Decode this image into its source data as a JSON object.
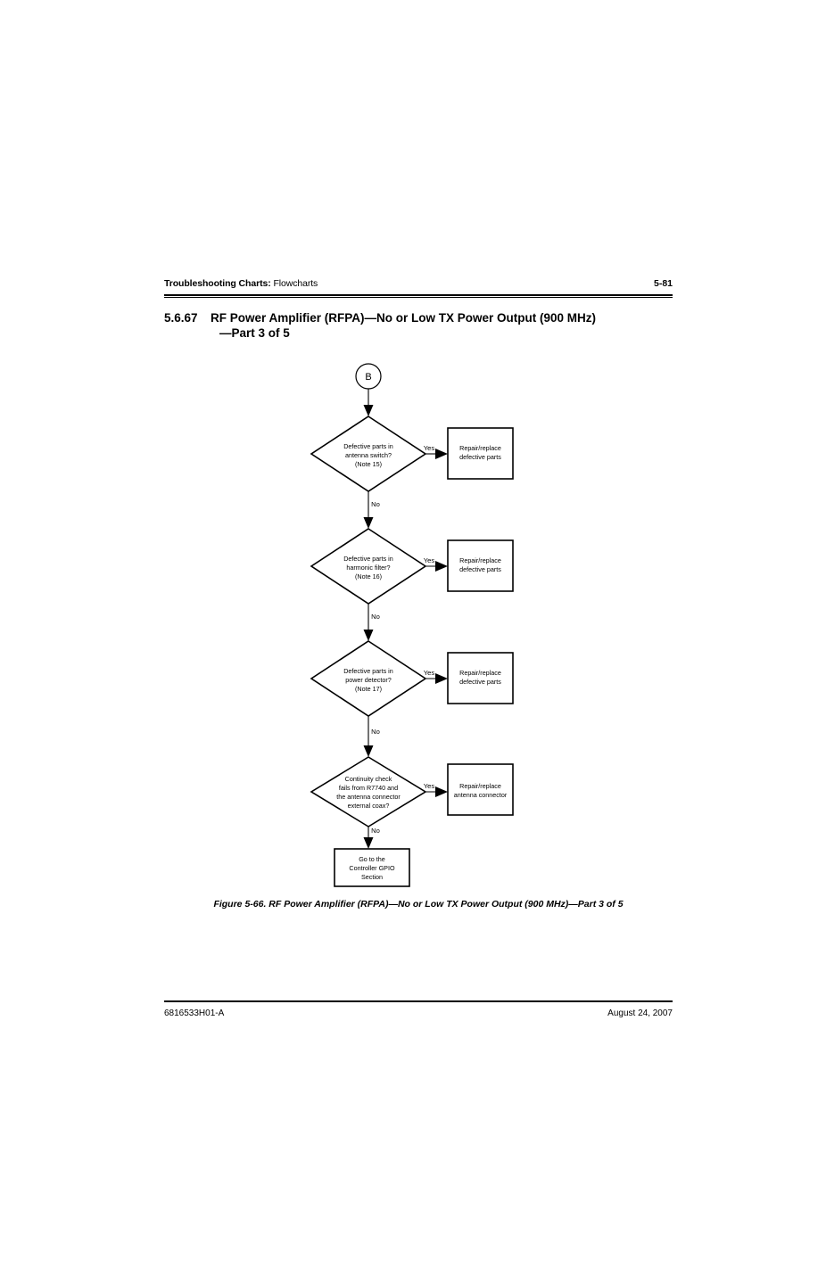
{
  "header": {
    "title_bold": "Troubleshooting Charts:",
    "title_light": " Flowcharts",
    "page_number": "5-81"
  },
  "section": {
    "number": "5.6.67",
    "title_line1": "RF Power Amplifier (RFPA)—No or Low TX Power Output (900 MHz)",
    "title_line2": "—Part 3 of 5"
  },
  "flowchart": {
    "connector": {
      "label": "B"
    },
    "steps": [
      {
        "decision": "Defective parts in\nantenna switch?\n(Note 15)",
        "decision_l1": "Defective parts in",
        "decision_l2": "antenna switch?",
        "decision_l3": "(Note 15)",
        "yes_label": "Yes",
        "no_label": "No",
        "action_l1": "Repair/replace",
        "action_l2": "defective parts"
      },
      {
        "decision": "Defective parts in\nharmonic filter?\n(Note 16)",
        "decision_l1": "Defective parts in",
        "decision_l2": "harmonic filter?",
        "decision_l3": "(Note 16)",
        "yes_label": "Yes",
        "no_label": "No",
        "action_l1": "Repair/replace",
        "action_l2": "defective parts"
      },
      {
        "decision": "Defective parts in\npower detector?\n(Note 17)",
        "decision_l1": "Defective parts in",
        "decision_l2": "power detector?",
        "decision_l3": "(Note 17)",
        "yes_label": "Yes",
        "no_label": "No",
        "action_l1": "Repair/replace",
        "action_l2": "defective parts"
      },
      {
        "decision": "Continuity check\nfails from R7740 and\nthe antenna connector\nexternal coax?",
        "decision_l1": "Continuity check",
        "decision_l2": "fails from R7740 and",
        "decision_l3": "the antenna connector",
        "decision_l4": "external coax?",
        "yes_label": "Yes",
        "no_label": "No",
        "action_l1": "Repair/replace",
        "action_l2": "antenna connector"
      }
    ],
    "terminal": {
      "line1": "Go to the",
      "line2": "Controller GPIO",
      "line3": "Section"
    }
  },
  "figure": {
    "caption": "Figure 5-66.  RF Power Amplifier (RFPA)—No or Low TX Power Output (900 MHz)—Part 3 of 5"
  },
  "footer": {
    "part_number": "6816533H01-A",
    "date": "August 24, 2007"
  }
}
